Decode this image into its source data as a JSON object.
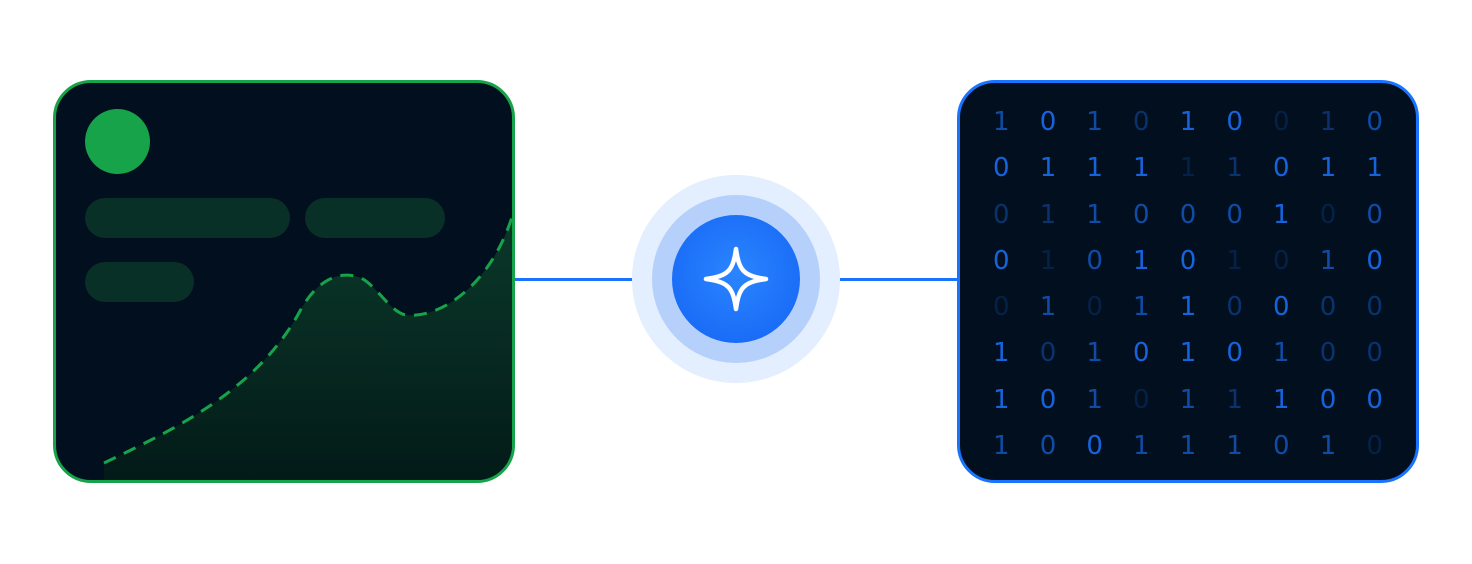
{
  "colors": {
    "green_accent": "#16a34a",
    "blue_accent": "#1a73ff",
    "card_background": "#020f1e"
  },
  "icons": {
    "hub": "sparkle-icon"
  },
  "binary_grid": {
    "rows": [
      [
        "1",
        "0",
        "1",
        "0",
        "1",
        "0",
        "0",
        "1",
        "0"
      ],
      [
        "0",
        "1",
        "1",
        "1",
        "1",
        "1",
        "0",
        "1",
        "1"
      ],
      [
        "0",
        "1",
        "1",
        "0",
        "0",
        "0",
        "1",
        "0",
        "0"
      ],
      [
        "0",
        "1",
        "0",
        "1",
        "0",
        "1",
        "0",
        "1",
        "0"
      ],
      [
        "0",
        "1",
        "0",
        "1",
        "1",
        "0",
        "0",
        "0",
        "0"
      ],
      [
        "1",
        "0",
        "1",
        "0",
        "1",
        "0",
        "1",
        "0",
        "0"
      ],
      [
        "1",
        "0",
        "1",
        "0",
        "1",
        "1",
        "1",
        "0",
        "0"
      ],
      [
        "1",
        "0",
        "0",
        "1",
        "1",
        "1",
        "0",
        "1",
        "0"
      ]
    ]
  }
}
